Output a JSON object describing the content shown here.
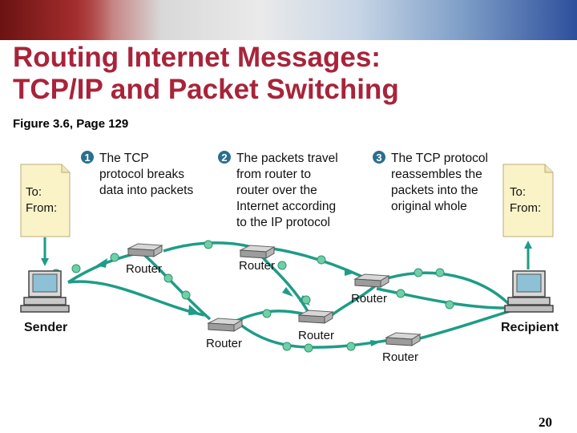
{
  "title": {
    "line1": "Routing Internet Messages:",
    "line2": "TCP/IP and Packet Switching"
  },
  "subtitle": "Figure 3.6, Page 129",
  "steps": [
    {
      "num": "1",
      "lines": [
        "The TCP",
        "protocol breaks",
        "data into packets"
      ]
    },
    {
      "num": "2",
      "lines": [
        "The packets travel",
        "from router to",
        "router over the",
        "Internet according",
        "to the IP protocol"
      ]
    },
    {
      "num": "3",
      "lines": [
        "The TCP protocol",
        "reassembles the",
        "packets into the",
        "original whole"
      ]
    }
  ],
  "documents": {
    "sender": {
      "to": "To:",
      "from": "From:"
    },
    "recipient": {
      "to": "To:",
      "from": "From:"
    }
  },
  "labels": {
    "sender": "Sender",
    "recipient": "Recipient",
    "router1": "Router",
    "router2": "Router",
    "router3": "Router",
    "router4": "Router",
    "router5": "Router",
    "router6": "Router"
  },
  "colors": {
    "title": "#a8243a",
    "path": "#1e9c86",
    "packet": "#6fd0a6",
    "document": "#fbf3c8",
    "step_badge": "#2a6f8f"
  },
  "page_number": "20"
}
